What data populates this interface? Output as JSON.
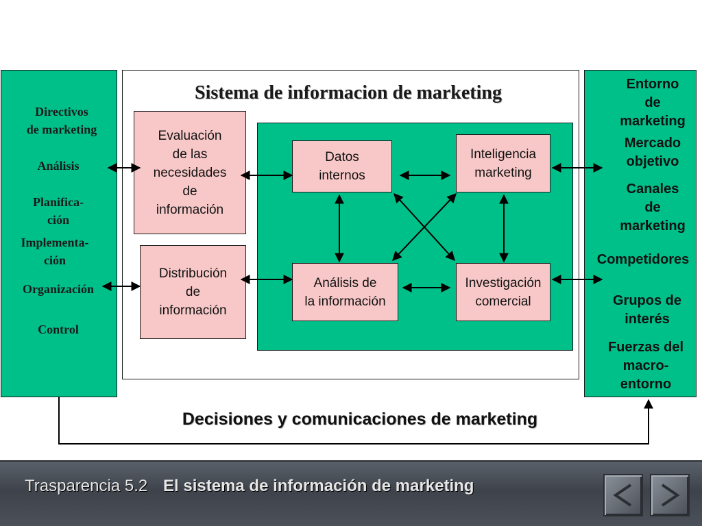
{
  "title": "Sistema de informacion de marketing",
  "left_panel": {
    "items": [
      "Directivos\nde marketing",
      "Análisis",
      "Planifica-\nción",
      "Implementa-\nción",
      "Organización",
      "Control"
    ]
  },
  "boxes": {
    "evaluacion": "Evaluación\nde las\nnecesidades\nde\ninformación",
    "distribucion": "Distribución\nde\ninformación",
    "datos_internos": "Datos\ninternos",
    "inteligencia": "Inteligencia\nmarketing",
    "analisis": "Análisis de\nla información",
    "investigacion": "Investigación\ncomercial"
  },
  "right_panel": {
    "items": [
      "Entorno\nde\nmarketing",
      "Mercado\nobjetivo",
      "Canales\nde\nmarketing",
      "Competidores",
      "Grupos de\ninterés",
      "Fuerzas del\nmacro-\nentorno"
    ]
  },
  "bottom_label": "Decisiones y comunicaciones de marketing",
  "footer": {
    "slide_number": "Trasparencia 5.2",
    "slide_title": "El sistema de información de marketing"
  },
  "icons": [
    "prev-arrow-icon",
    "next-arrow-icon"
  ],
  "colors": {
    "green": "#00c08a",
    "pink": "#f8c8c8"
  }
}
